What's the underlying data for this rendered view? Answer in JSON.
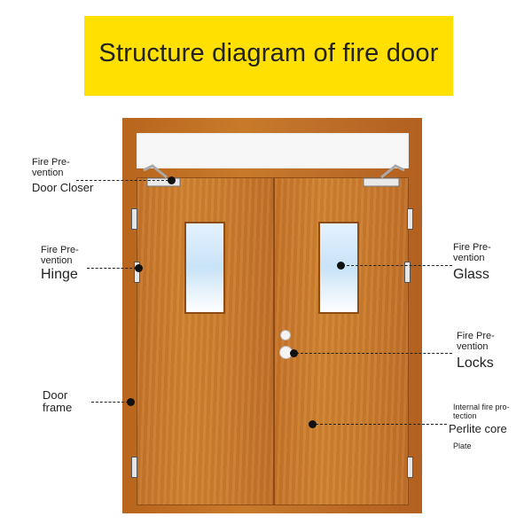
{
  "title": "Structure diagram of fire door",
  "labels": {
    "closer": {
      "line1": "Fire Pre-",
      "line2": "vention",
      "main": "Door Closer"
    },
    "hinge": {
      "line1": "Fire Pre-",
      "line2": "vention",
      "main": "Hinge"
    },
    "frame": {
      "line1": "Door",
      "line2": "frame"
    },
    "glass": {
      "line1": "Fire Pre-",
      "line2": "vention",
      "main": "Glass"
    },
    "locks": {
      "line1": "Fire Pre-",
      "line2": "vention",
      "main": "Locks"
    },
    "core": {
      "line1": "Internal fire pro-",
      "line2": "tection",
      "main": "Perlite core",
      "sub": "Plate"
    }
  },
  "colors": {
    "banner": "#ffe000",
    "door": "#c87a2a",
    "frame": "#b8651d"
  }
}
